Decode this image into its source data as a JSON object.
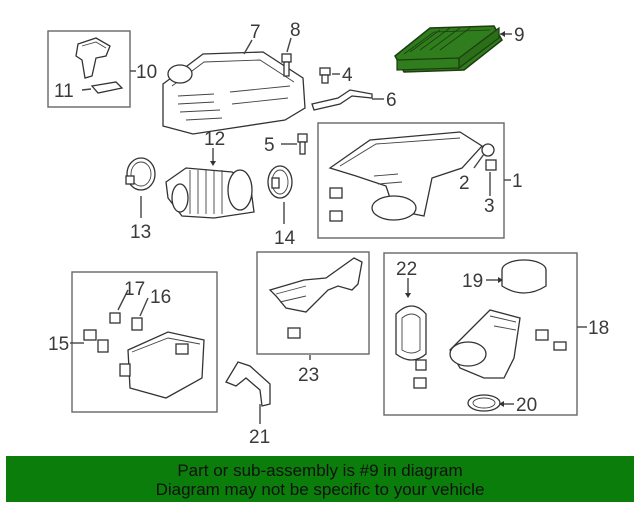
{
  "diagram": {
    "highlight_color": "#2f7d1d",
    "callouts": [
      {
        "id": "1",
        "text": "1"
      },
      {
        "id": "2",
        "text": "2"
      },
      {
        "id": "3",
        "text": "3"
      },
      {
        "id": "4",
        "text": "4"
      },
      {
        "id": "5",
        "text": "5"
      },
      {
        "id": "6",
        "text": "6"
      },
      {
        "id": "7",
        "text": "7"
      },
      {
        "id": "8",
        "text": "8"
      },
      {
        "id": "9",
        "text": "9"
      },
      {
        "id": "10",
        "text": "10"
      },
      {
        "id": "11",
        "text": "11"
      },
      {
        "id": "12",
        "text": "12"
      },
      {
        "id": "13",
        "text": "13"
      },
      {
        "id": "14",
        "text": "14"
      },
      {
        "id": "15",
        "text": "15"
      },
      {
        "id": "16",
        "text": "16"
      },
      {
        "id": "17",
        "text": "17"
      },
      {
        "id": "18",
        "text": "18"
      },
      {
        "id": "19",
        "text": "19"
      },
      {
        "id": "20",
        "text": "20"
      },
      {
        "id": "21",
        "text": "21"
      },
      {
        "id": "22",
        "text": "22"
      },
      {
        "id": "23",
        "text": "23"
      }
    ]
  },
  "banner": {
    "background": "#0b7d0b",
    "line1": "Part or sub-assembly is #9 in diagram",
    "line2": "Diagram may not be specific to your vehicle"
  }
}
